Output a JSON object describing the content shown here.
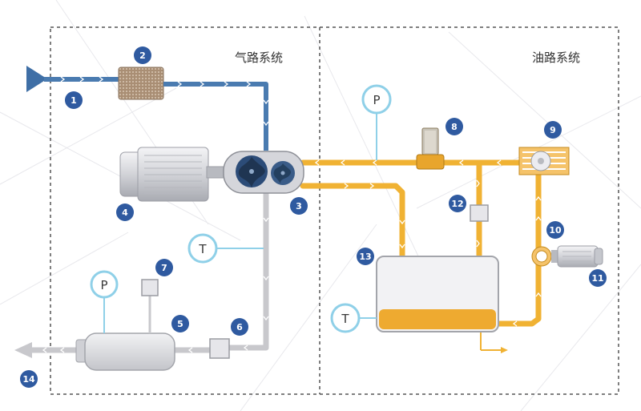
{
  "sections": {
    "air": "气路系统",
    "oil": "油路系统"
  },
  "gauges": {
    "pressure": "P",
    "temperature": "T"
  },
  "callouts": [
    "1",
    "2",
    "3",
    "4",
    "5",
    "6",
    "7",
    "8",
    "9",
    "10",
    "11",
    "12",
    "13",
    "14"
  ],
  "colors": {
    "air_intake": "#4a7bb0",
    "air_discharge": "#c8c8cc",
    "oil": "#f0b233",
    "callout": "#2f5aa0",
    "gauge_ring": "#8fd0e8",
    "frame": "#555555"
  }
}
